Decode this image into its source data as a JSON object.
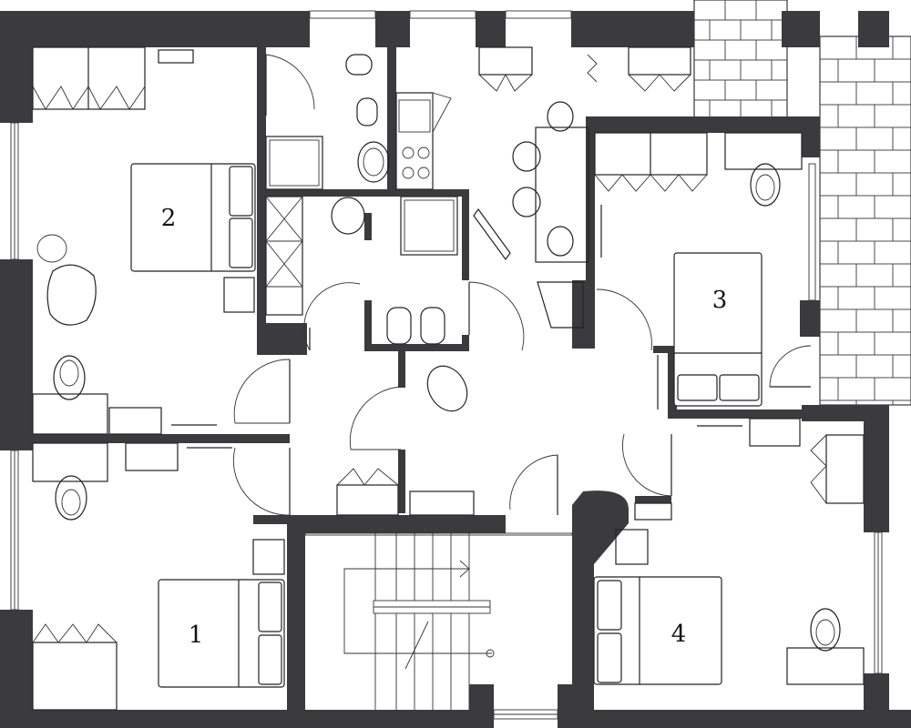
{
  "plan": {
    "rooms": [
      {
        "id": "room-1",
        "number": "1"
      },
      {
        "id": "room-2",
        "number": "2"
      },
      {
        "id": "room-3",
        "number": "3"
      },
      {
        "id": "room-4",
        "number": "4"
      }
    ],
    "colors": {
      "wall": "#3b3b3d",
      "line": "#222222",
      "background": "#ffffff"
    }
  }
}
